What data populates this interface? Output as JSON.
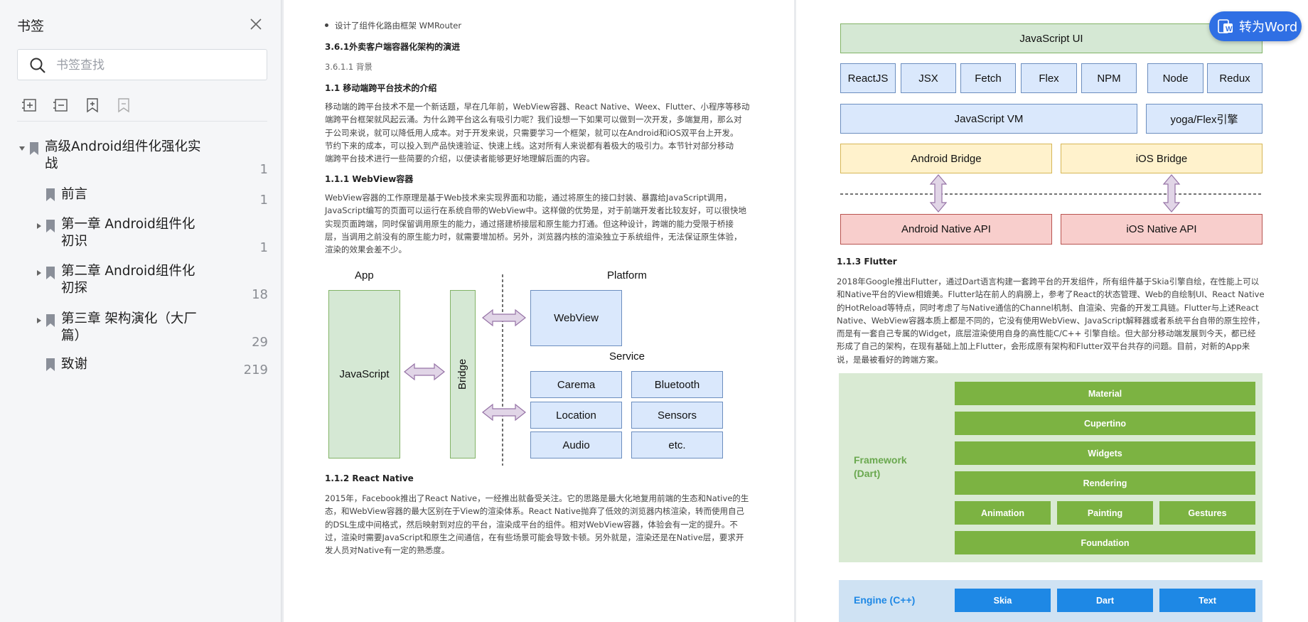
{
  "sidebar": {
    "title": "书签",
    "search_placeholder": "书签查找",
    "tools": [
      "add-bookmark-icon",
      "remove-bookmark-icon",
      "bookmark-add-icon",
      "bookmark-icon"
    ],
    "items": [
      {
        "label_line1": "高级Android组件化强化实",
        "label_line2": "战",
        "page": "1"
      },
      {
        "label_line1": "前言",
        "label_line2": "",
        "page": "1"
      },
      {
        "label_line1": "第一章 Android组件化",
        "label_line2": "初识",
        "page": "1"
      },
      {
        "label_line1": "第二章 Android组件化",
        "label_line2": "初探",
        "page": "18"
      },
      {
        "label_line1": "第三章 架构演化（大厂",
        "label_line2": "篇）",
        "page": "29"
      },
      {
        "label_line1": "致谢",
        "label_line2": "",
        "page": "219"
      }
    ]
  },
  "convert_button": {
    "label": "转为Word"
  },
  "left_page": {
    "bullet": "设计了组件化路由框架 WMRouter",
    "h1": "3.6.1外卖客户端容器化架构的演进",
    "h2": "3.6.1.1 背景",
    "h3": "1.1 移动端跨平台技术的介绍",
    "p1": [
      "移动端的跨平台技术不是一个新话题，早在几年前，WebView容器、React Native、Weex、Flutter、小程序等移动",
      "端跨平台框架就风起云涌。为什么跨平台这么有吸引力呢？我们设想一下如果可以做到一次开发，多端复用，那么对",
      "于公司来说，就可以降低用人成本。对于开发来说，只需要学习一个框架，就可以在Android和iOS双平台上开发。",
      "节约下来的成本，可以投入到产品快速验证、快速上线。这对所有人来说都有着极大的吸引力。本节针对部分移动",
      "端跨平台技术进行一些简要的介绍，以便读者能够更好地理解后面的内容。"
    ],
    "h4": "1.1.1 WebView容器",
    "p2": [
      "WebView容器的工作原理是基于Web技术来实现界面和功能，通过将原生的接口封装、暴露给JavaScript调用，",
      "JavaScript编写的页面可以运行在系统自带的WebView中。这样做的优势是，对于前端开发者比较友好，可以很快地",
      "实现页面跨端，同时保留调用原生的能力，通过搭建桥接层和原生能力打通。但这种设计，跨端的能力受限于桥接",
      "层，当调用之前没有的原生能力时，就需要增加桥。另外，浏览器内核的渲染独立于系统组件，无法保证原生体验，",
      "渲染的效果会差不少。"
    ],
    "diagram1": {
      "app": "App",
      "platform": "Platform",
      "javascript": "JavaScript",
      "bridge": "Bridge",
      "webview": "WebView",
      "service": "Service",
      "services": [
        "Carema",
        "Bluetooth",
        "Location",
        "Sensors",
        "Audio",
        "etc."
      ]
    },
    "h5": "1.1.2 React Native",
    "p3": [
      "2015年，Facebook推出了React Native，一经推出就备受关注。它的思路是最大化地复用前端的生态和Native的生",
      "态，和WebView容器的最大区别在于View的渲染体系。React Native抛弃了低效的浏览器内核渲染，转而使用自己",
      "的DSL生成中间格式，然后映射到对应的平台，渲染成平台的组件。相对WebView容器，体验会有一定的提升。不",
      "过，渲染时需要JavaScript和原生之间通信，在有些场景可能会导致卡顿。另外就是，渲染还是在Native层，要求开",
      "发人员对Native有一定的熟悉度。"
    ]
  },
  "right_page": {
    "rn_diagram": {
      "js_ui": "JavaScript UI",
      "libs": [
        "ReactJS",
        "JSX",
        "Fetch",
        "Flex",
        "NPM",
        "Node",
        "Redux"
      ],
      "js_vm": "JavaScript VM",
      "yoga": "yoga/Flex引擎",
      "android_bridge": "Android Bridge",
      "ios_bridge": "iOS Bridge",
      "android_native": "Android Native API",
      "ios_native": "iOS Native API"
    },
    "h1": "1.1.3 Flutter",
    "p1": [
      "2018年Google推出Flutter，通过Dart语言构建一套跨平台的开发组件，所有组件基于Skia引擎自绘，在性能上可以",
      "和Native平台的View相媲美。Flutter站在前人的肩膀上，参考了React的状态管理、Web的自绘制UI、React Native",
      "的HotReload等特点，同时考虑了与Native通信的Channel机制、自渲染、完备的开发工具链。Flutter与上述React",
      "Native、WebView容器本质上都是不同的，它没有使用WebView、JavaScript解释器或者系统平台自带的原生控件，",
      "而是有一套自己专属的Widget，底层渲染使用自身的高性能C/C++ 引擎自绘。但大部分移动端发展到今天，都已经",
      "形成了自己的架构，在现有基础上加上Flutter，会形成原有架构和Flutter双平台共存的问题。目前，对新的App来",
      "说，是最被看好的跨端方案。"
    ],
    "flutter": {
      "framework_line1": "Framework",
      "framework_line2": "(Dart)",
      "material": "Material",
      "cupertino": "Cupertino",
      "widgets": "Widgets",
      "rendering": "Rendering",
      "animation": "Animation",
      "painting": "Painting",
      "gestures": "Gestures",
      "foundation": "Foundation",
      "engine": "Engine (C++)",
      "skia": "Skia",
      "dart": "Dart",
      "text": "Text"
    }
  },
  "colors": {
    "flutter_green": "#7cb342",
    "engine_blue": "#1e88e5",
    "accent": "#2f6fe4"
  }
}
